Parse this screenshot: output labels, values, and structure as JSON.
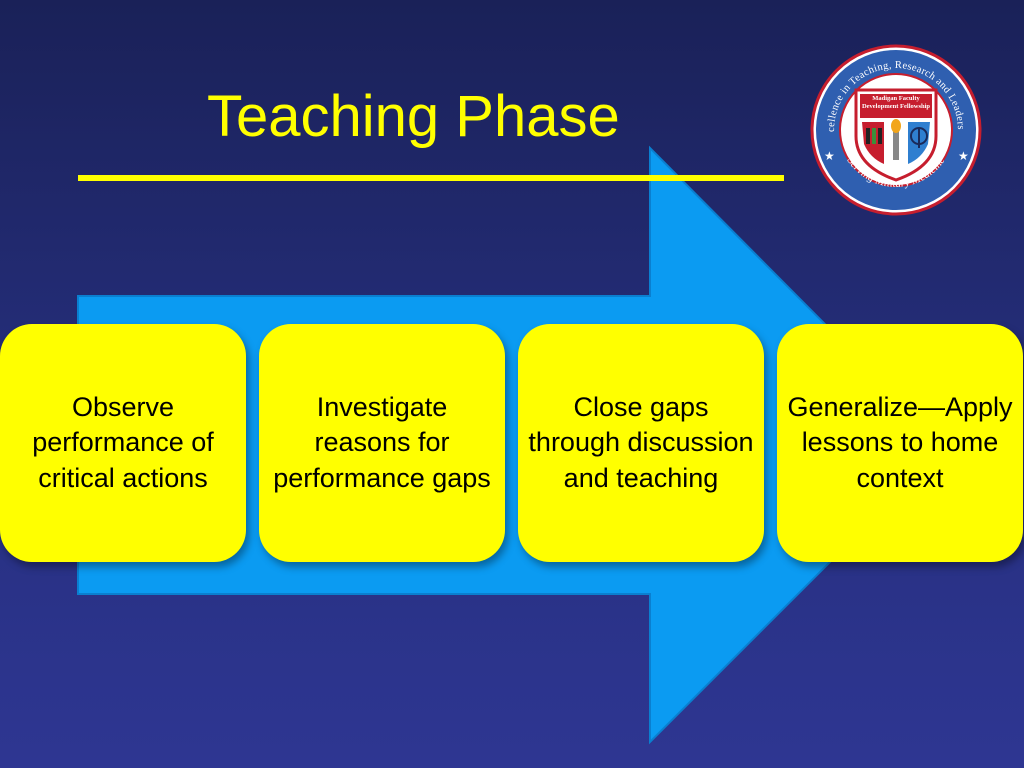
{
  "slide": {
    "title": "Teaching Phase",
    "steps": [
      {
        "text": "Observe performance of critical actions"
      },
      {
        "text": "Investigate reasons for performance gaps"
      },
      {
        "text": "Close gaps through discussion and teaching"
      },
      {
        "text": "Generalize—Apply lessons to home context"
      }
    ]
  },
  "seal": {
    "ring_text": "Excellence in Teaching, Research and Leadership",
    "bottom_text": "Serving Military Medicine",
    "center_text": "Madigan Faculty Development Fellowship"
  },
  "colors": {
    "background": "#262f7e",
    "title": "#ffff00",
    "arrow": "#0b9bf2",
    "box": "#ffff00",
    "box_text": "#000000"
  }
}
